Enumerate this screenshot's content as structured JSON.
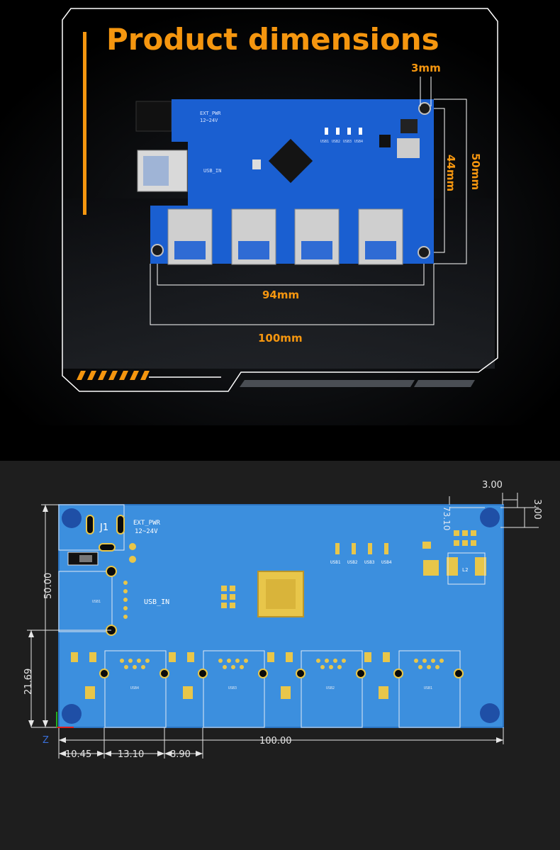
{
  "top": {
    "title": "Product dimensions",
    "dims": {
      "hole": "3mm",
      "height_outer": "50mm",
      "height_inner": "44mm",
      "width_inner": "94mm",
      "width_outer": "100mm"
    },
    "board_labels": {
      "ext_pwr": "EXT_PWR",
      "voltage": "12~24V",
      "usb_in": "USB_IN",
      "usb1": "USB1",
      "usb2": "USB2",
      "usb3": "USB3",
      "usb4": "USB4"
    }
  },
  "bottom": {
    "dims": {
      "hole_a": "3.00",
      "hole_b": "3.00",
      "hole_offset": "73.10",
      "height": "50.00",
      "height_partial": "21.69",
      "width": "100.00",
      "offset_1": "10.45",
      "offset_2": "13.10",
      "offset_3": "8.90"
    },
    "board_labels": {
      "j1": "J1",
      "ext_pwr": "EXT_PWR",
      "voltage": "12~24V",
      "usb_in": "USB_IN",
      "usb_in_small": "USB1",
      "l2": "L2",
      "usb1": "USB1",
      "usb2": "USB2",
      "usb3": "USB3",
      "usb4": "USB4",
      "port_a": "USB4",
      "port_b": "USB3",
      "port_c": "USB2",
      "port_d": "USB1",
      "axis_z": "Z"
    }
  },
  "colors": {
    "accent": "#f5960f",
    "board_blue": "#1a5fd1",
    "cad_blue": "#3c8fde",
    "frame": "#ffffff",
    "pad": "#e8c64a"
  }
}
